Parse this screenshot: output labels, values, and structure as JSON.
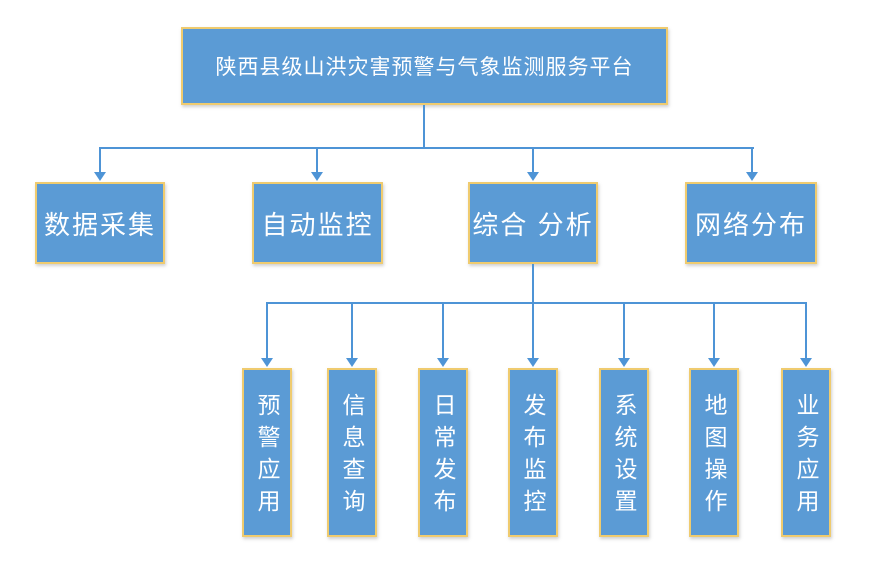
{
  "colors": {
    "box_fill": "#5B9BD5",
    "box_border": "#EFCB6F",
    "connector": "#4E94D6",
    "text": "#FFFFFF",
    "background": "#FFFFFF"
  },
  "nodes": {
    "root": {
      "label": "陕西县级山洪灾害预警与气象监测服务平台"
    },
    "level2": [
      {
        "label": "数据采集"
      },
      {
        "label": "自动监控"
      },
      {
        "label": "综合 分析"
      },
      {
        "label": "网络分布"
      }
    ],
    "level3": [
      {
        "label": "预警应用"
      },
      {
        "label": "信息查询"
      },
      {
        "label": "日常发布"
      },
      {
        "label": "发布监控"
      },
      {
        "label": "系统设置"
      },
      {
        "label": "地图操作"
      },
      {
        "label": "业务应用"
      }
    ]
  }
}
